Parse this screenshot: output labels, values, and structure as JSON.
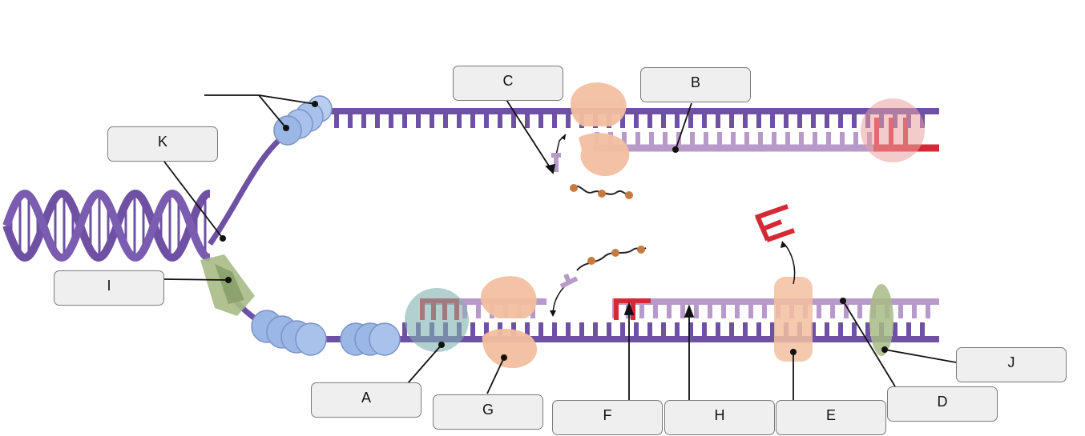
{
  "diagram": {
    "labels": {
      "A": "A",
      "B": "B",
      "C": "C",
      "D": "D",
      "E": "E",
      "F": "F",
      "G": "G",
      "H": "H",
      "I": "I",
      "J": "J",
      "K": "K"
    },
    "colors": {
      "parental_strand": "#6e51a3",
      "new_strand": "#b79ac9",
      "rna_primer": "#d42a35",
      "ssb_protein": "#9bb7e6",
      "polymerase": "#f3bfa0",
      "helicase": "#a7bb85",
      "sliding_clamp": "#7fb0ad",
      "nucleotide_dot": "#c87a3e"
    }
  }
}
